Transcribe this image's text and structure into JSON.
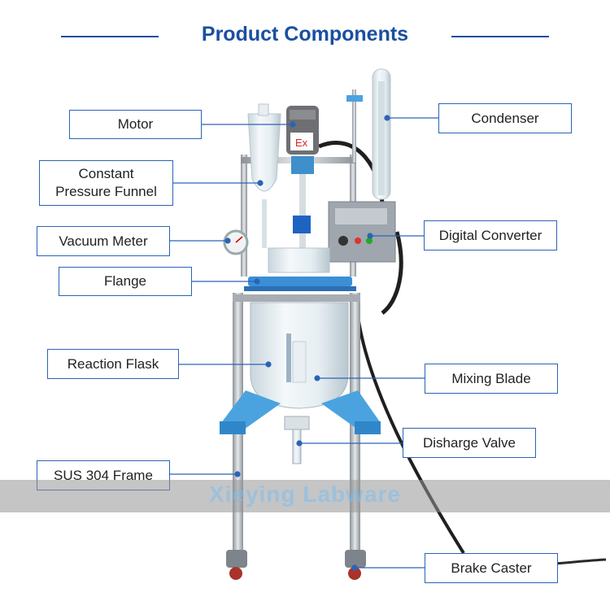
{
  "title": "Product Components",
  "watermark": "Xieying Labware",
  "ex_mark": "Ex",
  "components": {
    "motor": "Motor",
    "funnel": "Constant\nPressure Funnel",
    "vacuum": "Vacuum Meter",
    "flange": "Flange",
    "flask": "Reaction Flask",
    "frame": "SUS 304 Frame",
    "condenser": "Condenser",
    "converter": "Digital Converter",
    "blade": "Mixing Blade",
    "valve": "Disharge Valve",
    "caster": "Brake Caster"
  },
  "colors": {
    "accent": "#1a4fa0",
    "border": "#2b63b6",
    "blue_part": "#4aa3df",
    "steel": "#b9bec4",
    "glass": "#e4eef3"
  }
}
